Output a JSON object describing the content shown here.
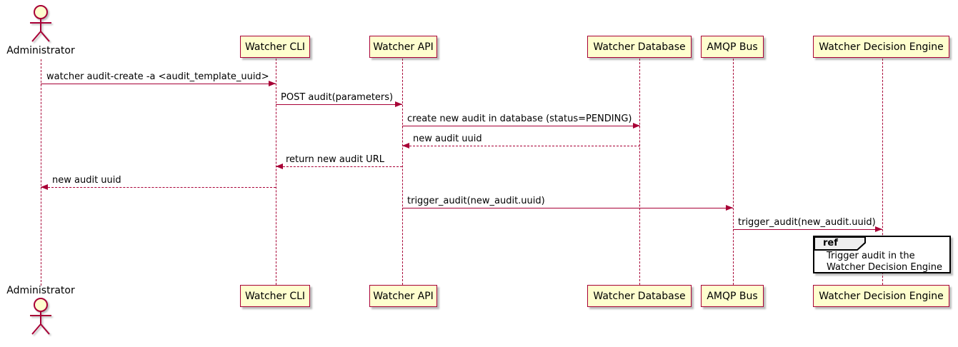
{
  "diagram_type": "uml-sequence",
  "actor": {
    "name": "Administrator"
  },
  "participants": [
    {
      "name": "Watcher CLI"
    },
    {
      "name": "Watcher API"
    },
    {
      "name": "Watcher Database"
    },
    {
      "name": "AMQP Bus"
    },
    {
      "name": "Watcher Decision Engine"
    }
  ],
  "messages": [
    {
      "from": "Administrator",
      "to": "Watcher CLI",
      "label": "watcher audit-create -a <audit_template_uuid>",
      "line": "solid",
      "direction": "right"
    },
    {
      "from": "Watcher CLI",
      "to": "Watcher API",
      "label": "POST audit(parameters)",
      "line": "solid",
      "direction": "right"
    },
    {
      "from": "Watcher API",
      "to": "Watcher Database",
      "label": "create new audit in database (status=PENDING)",
      "line": "solid",
      "direction": "right"
    },
    {
      "from": "Watcher Database",
      "to": "Watcher API",
      "label": "new audit uuid",
      "line": "dashed",
      "direction": "left"
    },
    {
      "from": "Watcher API",
      "to": "Watcher CLI",
      "label": "return new audit URL",
      "line": "dashed",
      "direction": "left"
    },
    {
      "from": "Watcher CLI",
      "to": "Administrator",
      "label": "new audit uuid",
      "line": "dashed",
      "direction": "left"
    },
    {
      "from": "Watcher API",
      "to": "AMQP Bus",
      "label": "trigger_audit(new_audit.uuid)",
      "line": "solid",
      "direction": "right"
    },
    {
      "from": "AMQP Bus",
      "to": "Watcher Decision Engine",
      "label": "trigger_audit(new_audit.uuid)",
      "line": "solid",
      "direction": "right"
    }
  ],
  "ref_fragment": {
    "keyword": "ref",
    "lines": [
      "Trigger audit in the",
      "Watcher Decision Engine"
    ]
  },
  "colors": {
    "line": "#A80036",
    "participant_fill": "#FEFECE",
    "text": "#000000",
    "ref_border": "#000000",
    "ref_header_fill": "#EEEEEE",
    "background": "#FFFFFF"
  }
}
